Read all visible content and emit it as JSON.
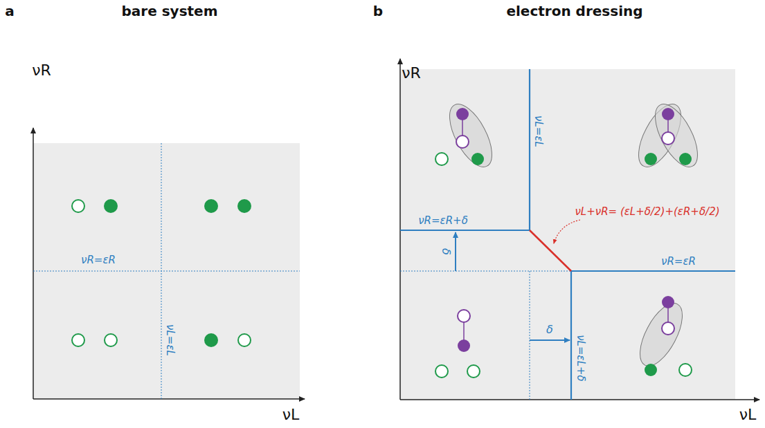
{
  "diagram": {
    "labels": [
      "a",
      "bare system",
      "νR",
      "νR=εR",
      "νL=εL",
      "νL",
      "b",
      "electron dressing",
      "νR",
      "νL=εL",
      "νR=εR+δ",
      "νL+νR= (εL+δ/2)+(εR+δ/2)",
      "νR=εR",
      "δ",
      "δ",
      "νL=εL+δ",
      "νL"
    ]
  }
}
